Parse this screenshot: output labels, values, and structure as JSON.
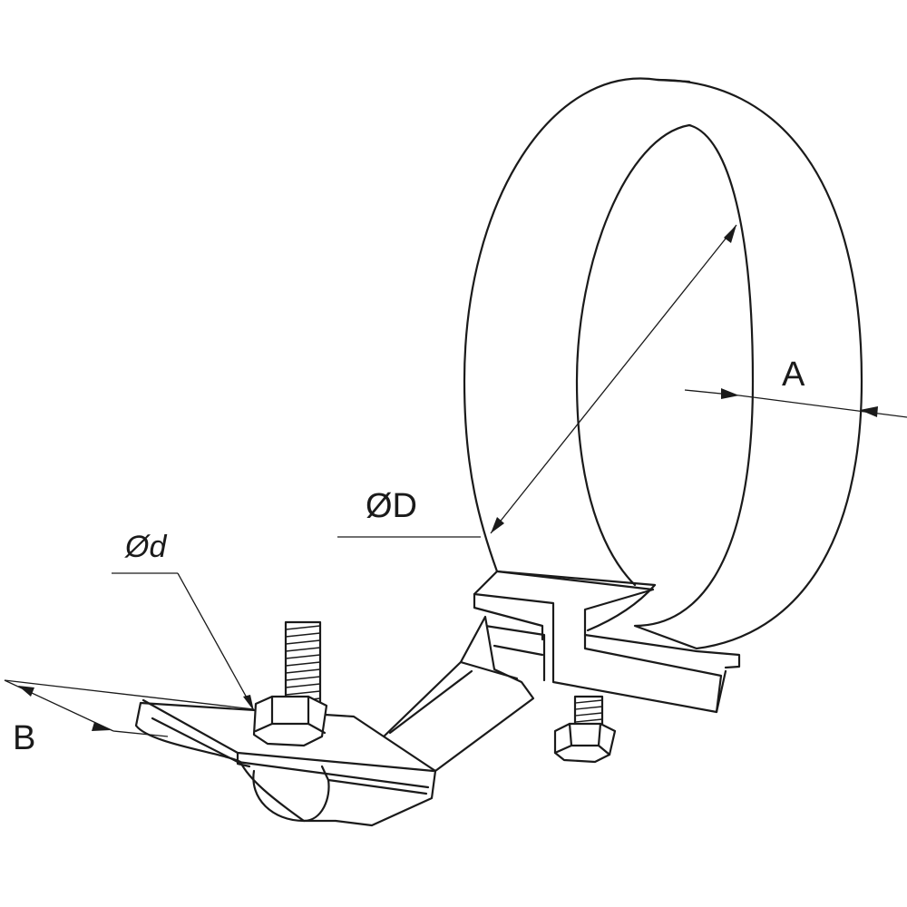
{
  "labels": {
    "outer_diameter": "ØD",
    "rod_diameter": "Ød",
    "band_width": "A",
    "base_width": "B"
  }
}
